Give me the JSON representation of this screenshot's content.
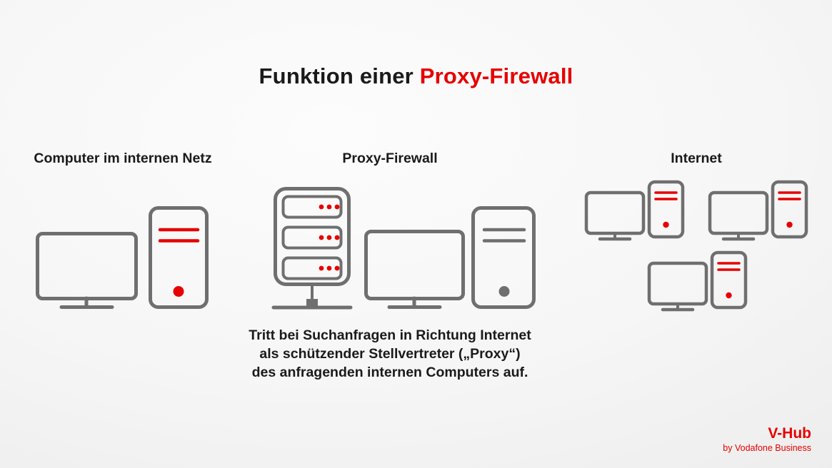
{
  "title": {
    "prefix": "Funktion einer ",
    "accent": "Proxy-Firewall"
  },
  "sections": [
    {
      "label": "Computer im internen Netz"
    },
    {
      "label": "Proxy-Firewall"
    },
    {
      "label": "Internet"
    }
  ],
  "description": {
    "lines": [
      "Tritt bei Suchanfragen in Richtung Internet",
      "als schützender Stellvertreter („Proxy“)",
      "des anfragenden internen Computers auf."
    ]
  },
  "branding": {
    "logo": "V-Hub",
    "tagline": "by Vodafone Business"
  },
  "icons": [
    "internal-monitor-icon",
    "internal-tower-icon",
    "proxy-server-icon",
    "proxy-monitor-icon",
    "proxy-tower-icon",
    "internet-pc-icon"
  ],
  "colors": {
    "accent": "#e60000",
    "outline": "#6f6f6f",
    "text": "#1a1a1a"
  }
}
